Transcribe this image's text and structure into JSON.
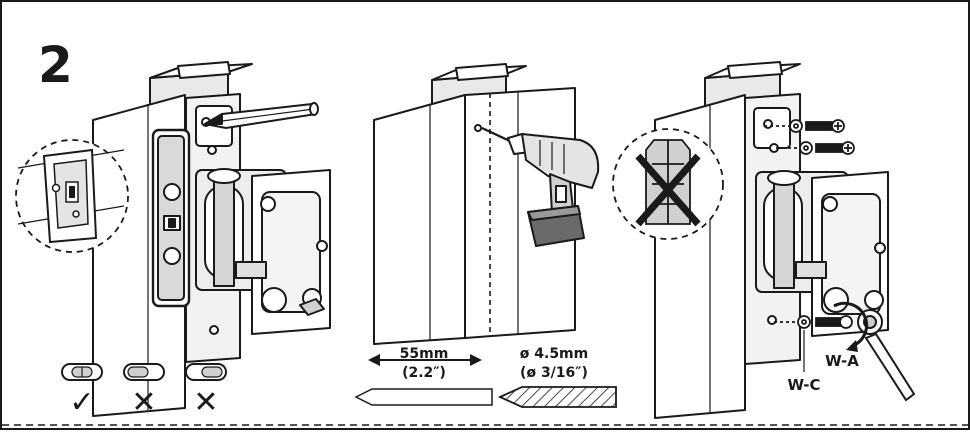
{
  "step_number": "2",
  "level_marks": {
    "correct": "✓",
    "wrong_left": "✕",
    "wrong_right": "✕"
  },
  "drill": {
    "depth_metric": "55mm",
    "depth_imperial": "(2.2″)",
    "bit_metric": "ø 4.5mm",
    "bit_imperial": "(ø 3/16″)"
  },
  "fixing": {
    "washer_label": "W-C",
    "wrench_label": "W-A"
  },
  "colors": {
    "line": "#1a1a1a",
    "panel": "#ffffff",
    "shade_light": "#e6e6e6",
    "shade_mid": "#b8b8b8",
    "shade_dark": "#4d4d4d"
  },
  "icons": [
    "pencil-icon",
    "spirit-level-icon",
    "drill-icon",
    "drill-bit-icon",
    "wall-plug-icon",
    "screw-icon",
    "washer-icon",
    "wrench-icon",
    "rotate-arrow-icon"
  ]
}
